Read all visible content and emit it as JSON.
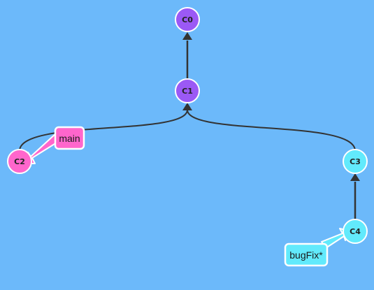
{
  "colors": {
    "background": "#6cb9fa",
    "main": "#ff66cc",
    "bugfix": "#62eafc",
    "root": "#9b59f5",
    "edge": "#333333",
    "outline": "#ffffff"
  },
  "commits": [
    {
      "id": "C0",
      "label": "C0",
      "branch": "root"
    },
    {
      "id": "C1",
      "label": "C1",
      "branch": "root"
    },
    {
      "id": "C2",
      "label": "C2",
      "branch": "main"
    },
    {
      "id": "C3",
      "label": "C3",
      "branch": "bugfix"
    },
    {
      "id": "C4",
      "label": "C4",
      "branch": "bugfix"
    }
  ],
  "edges": [
    {
      "from": "C1",
      "to": "C0"
    },
    {
      "from": "C2",
      "to": "C1"
    },
    {
      "from": "C3",
      "to": "C1"
    },
    {
      "from": "C4",
      "to": "C3"
    }
  ],
  "branches": [
    {
      "name": "main",
      "label": "main",
      "target": "C2",
      "color_key": "main"
    },
    {
      "name": "bugFix",
      "label": "bugFix*",
      "target": "C4",
      "color_key": "bugfix"
    }
  ]
}
